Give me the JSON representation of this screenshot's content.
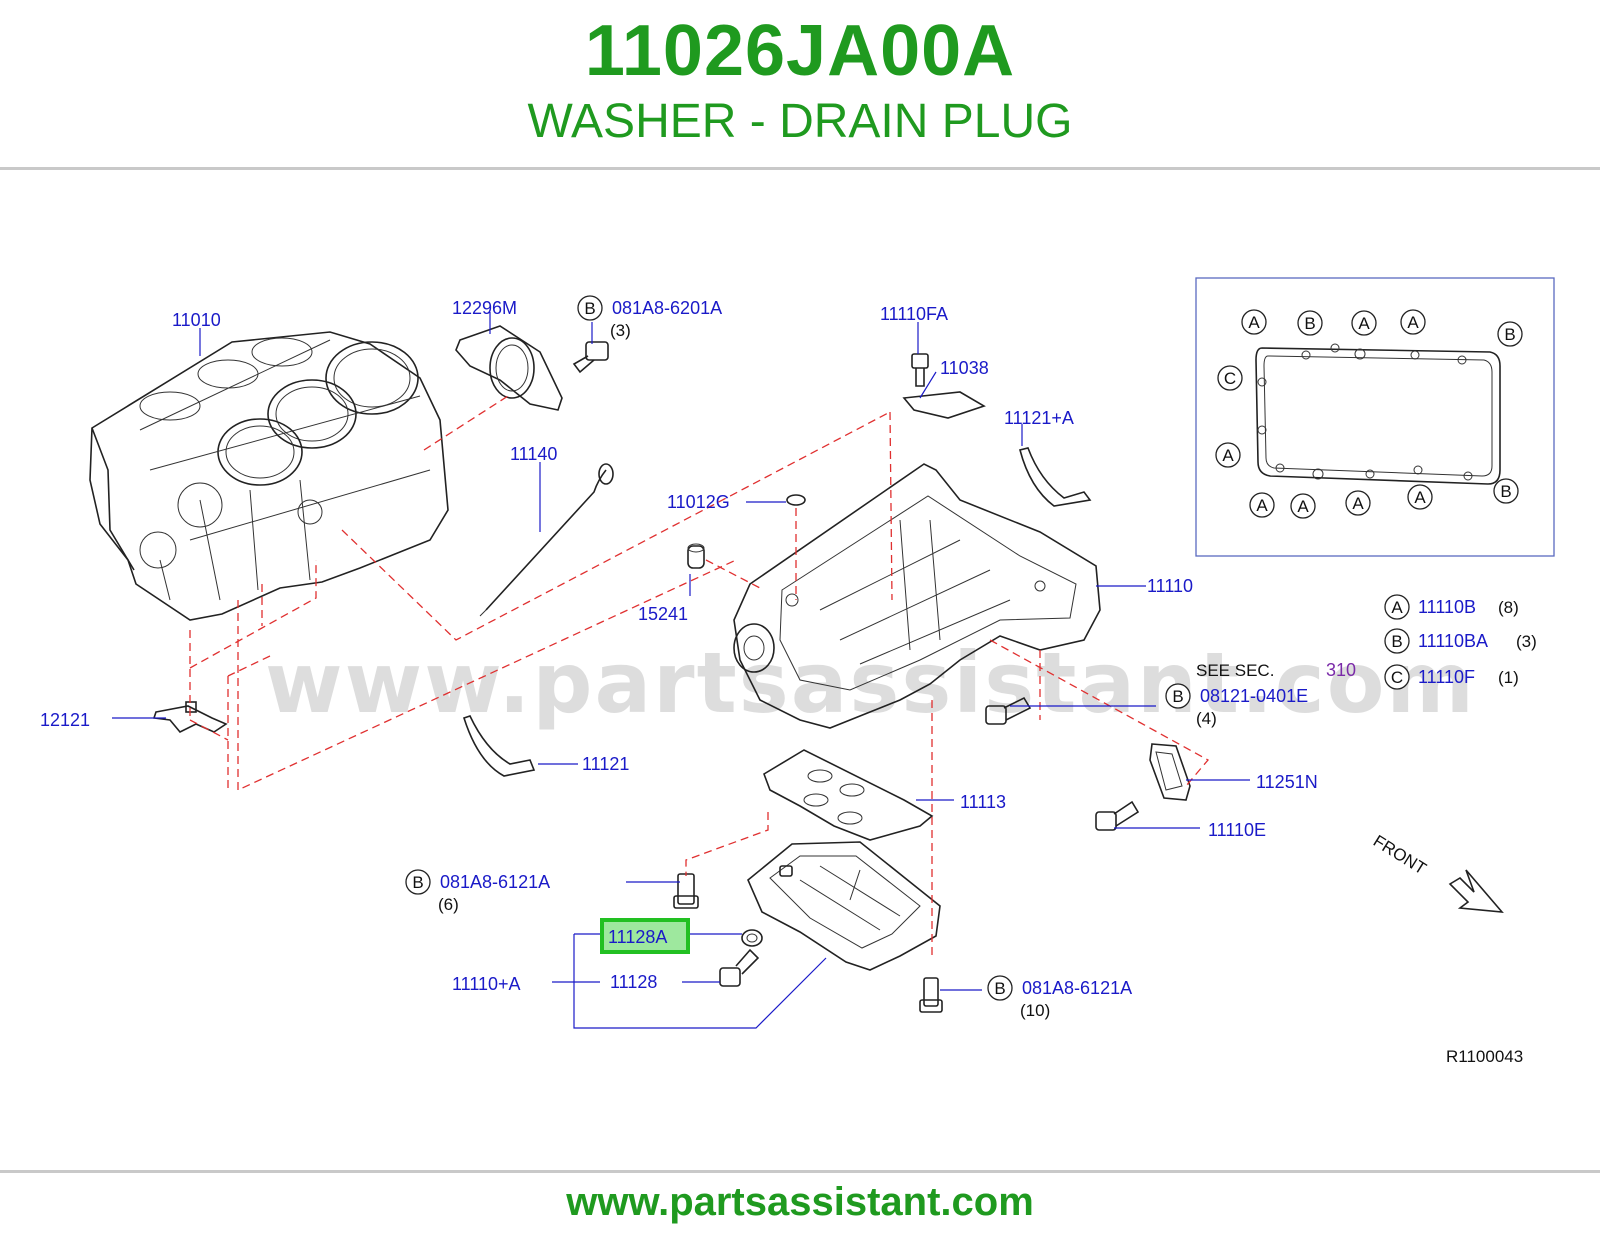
{
  "header": {
    "part_number": "11026JA00A",
    "description": "WASHER - DRAIN PLUG"
  },
  "footer": {
    "url": "www.partsassistant.com"
  },
  "watermark": "www.partsassistant.com",
  "colors": {
    "brand_green": "#1f9a1f",
    "callout_blue": "#1a1ac8",
    "highlight_green": "#22c022",
    "highlight_fill": "#9ee89e",
    "dash_red": "#e03030"
  },
  "diagram_code": "R1100043",
  "front_label": "FRONT",
  "see_sec": {
    "prefix": "SEE   SEC.",
    "number": "310"
  },
  "highlighted_part": "11128A",
  "callouts": {
    "c11010": "11010",
    "c12296M": "12296M",
    "c081A8_6201A": "081A8-6201A",
    "q3a": "(3)",
    "c11110FA": "11110FA",
    "c11038": "11038",
    "c11121A": "11121+A",
    "c11140": "11140",
    "c11012G": "11012G",
    "c15241": "15241",
    "c11110": "11110",
    "c12121": "12121",
    "c11121": "11121",
    "c08121_0401E": "08121-0401E",
    "q4": "(4)",
    "c11251N": "11251N",
    "c11113": "11113",
    "c11110E": "11110E",
    "c081A8_6121A_a": "081A8-6121A",
    "q6": "(6)",
    "c11128A": "11128A",
    "c11110A": "11110+A",
    "c11128": "11128",
    "c081A8_6121A_b": "081A8-6121A",
    "q10": "(10)"
  },
  "legend": [
    {
      "letter": "A",
      "part": "11110B",
      "qty": "(8)"
    },
    {
      "letter": "B",
      "part": "11110BA",
      "qty": "(3)"
    },
    {
      "letter": "C",
      "part": "11110F",
      "qty": "(1)"
    }
  ],
  "bolt_letters": {
    "A": "A",
    "B": "B",
    "C": "C"
  }
}
